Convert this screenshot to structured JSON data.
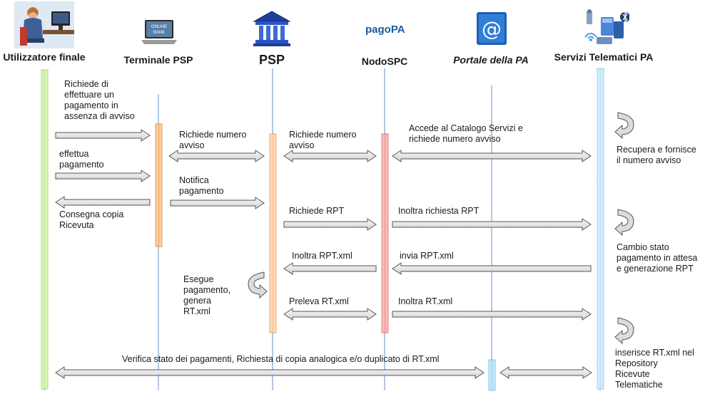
{
  "actors": [
    {
      "id": "user",
      "label": "Utilizzatore finale",
      "icon": "user-at-desk-icon"
    },
    {
      "id": "terminal",
      "label": "Terminale PSP",
      "icon": "online-bank-laptop-icon"
    },
    {
      "id": "psp",
      "label": "PSP",
      "icon": "bank-building-icon"
    },
    {
      "id": "nodo",
      "label": "NodoSPC",
      "icon": "pagopa-logo-icon"
    },
    {
      "id": "portale",
      "label": "Portale della PA",
      "icon": "at-sign-portal-icon"
    },
    {
      "id": "servizi",
      "label": "Servizi Telematici PA",
      "icon": "network-services-icon"
    }
  ],
  "logos": {
    "pagopa": "pagoPA",
    "online_bank": "ONLINE\nBANK"
  },
  "messages": {
    "m1": "Richiede di\neffettuare un\npagamento in\nassenza di avviso",
    "m2": "Richiede numero\navviso",
    "m3": "Richiede numero\navviso",
    "m4": "Accede al Catalogo Servizi e\nrichiede numero avviso",
    "m5": "Recupera e fornisce\nil numero avviso",
    "m6": "effettua\npagamento",
    "m7": "Notifica\npagamento",
    "m8": "Consegna copia\nRicevuta",
    "m9": "Richiede RPT",
    "m10": "Inoltra richiesta RPT",
    "m11": "Cambio stato\npagamento in attesa\ne generazione RPT",
    "m12": "Inoltra RPT.xml",
    "m13": "invia RPT.xml",
    "m14": "Esegue\npagamento,\ngenera\nRT.xml",
    "m15": "Preleva RT.xml",
    "m16": "Inoltra RT.xml",
    "m17": "inserisce RT.xml nel\nRepository\nRicevute\nTelematiche",
    "m18": "Verifica stato dei pagamenti, Richiesta di copia analogica  e/o duplicato di RT.xml"
  },
  "colors": {
    "user_bar": "#c8f0a0",
    "terminal_bar": "#f6b87a",
    "psp_bar": "#fbc896",
    "nodo_bar": "#f6a0a0",
    "portale_bar": "#a8dcf5",
    "servizi_bar": "#bfe6f8",
    "lifeline": "#6a8fcf",
    "arrow_fill": "#e6e6e6",
    "arrow_stroke": "#555555"
  }
}
